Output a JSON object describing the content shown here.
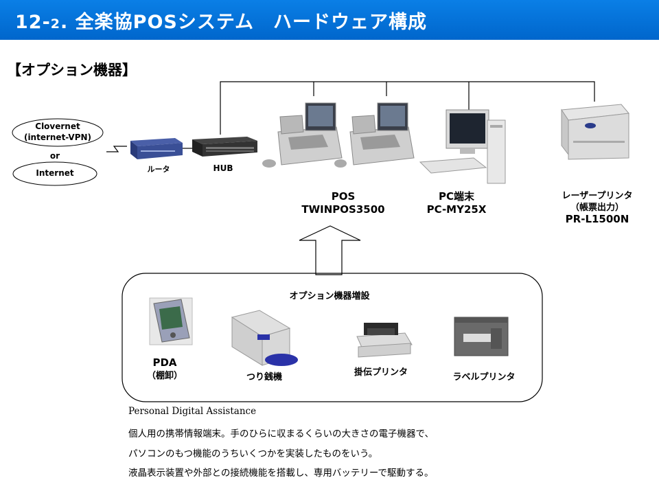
{
  "header": {
    "title_main": "12-",
    "title_sub": "2",
    "title_rest": ". 全楽協POSシステム　ハードウェア構成"
  },
  "section": {
    "heading": "【オプション機器】"
  },
  "network": {
    "clovernet_line1": "Clovernet",
    "clovernet_line2": "(internet-VPN)",
    "or": "or",
    "internet": "Internet"
  },
  "devices": {
    "router": "ルータ",
    "hub": "HUB",
    "pos_line1": "POS",
    "pos_line2": "TWINPOS3500",
    "pc_line1": "PC端末",
    "pc_line2": "PC-MY25X",
    "printer_line1": "レーザープリンタ",
    "printer_line2": "（帳票出力）",
    "printer_line3": "PR-L1500N"
  },
  "options": {
    "title": "オプション機器増設",
    "pda_line1": "PDA",
    "pda_line2": "（棚卸）",
    "coin": "つり銭機",
    "slip": "掛伝プリンタ",
    "label": "ラベルプリンタ"
  },
  "description": {
    "heading": "Personal Digital Assistance",
    "line1": "個人用の携帯情報端末。手のひらに収まるくらいの大きさの電子機器で、",
    "line2": "パソコンのもつ機能のうちいくつかを実装したものをいう。",
    "line3": "液晶表示装置や外部との接続機能を搭載し、専用バッテリーで駆動する。"
  }
}
